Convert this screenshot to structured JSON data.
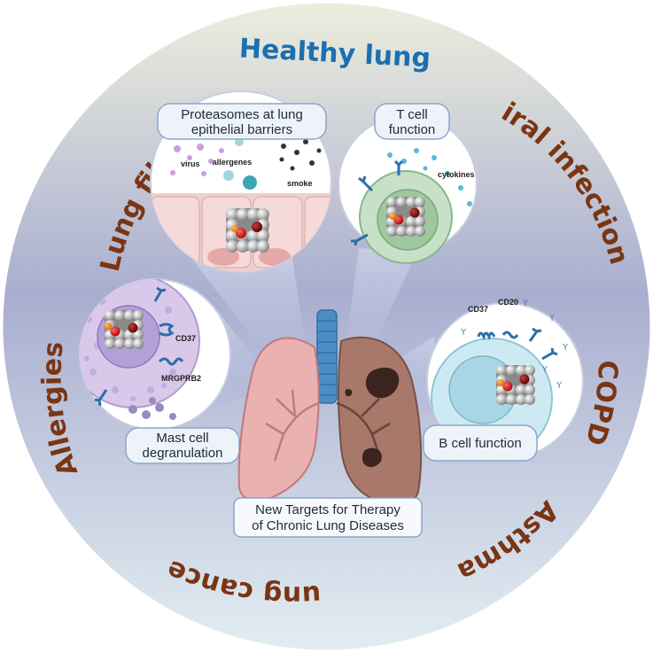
{
  "ring": {
    "title": "Healthy lung",
    "diseases": {
      "lung_fibrosis": "Lung fibrosis",
      "viral_infections": "Viral infections",
      "copd": "COPD",
      "asthma": "Asthma",
      "lung_cancer": "Lung cancer",
      "allergies": "Allergies"
    }
  },
  "panels": {
    "epithelial": {
      "label_line1": "Proteasomes at lung",
      "label_line2": "epithelial barriers",
      "virus": "virus",
      "allergenes": "allergenes",
      "smoke": "smoke"
    },
    "tcell": {
      "label_line1": "T cell",
      "label_line2": "function",
      "cytokines": "cytokines"
    },
    "mast": {
      "label_line1": "Mast cell",
      "label_line2": "degranulation",
      "cd37": "CD37",
      "mrgprb2": "MRGPRB2"
    },
    "bcell": {
      "label": "B cell function",
      "cd37": "CD37",
      "cd20": "CD20"
    }
  },
  "center": {
    "label_line1": "New Targets for Therapy",
    "label_line2": "of Chronic Lung Diseases"
  },
  "colors": {
    "ring_title": "#1c6fb0",
    "ring_text": "#7a3513",
    "box_fill": "#eef3fa",
    "box_stroke": "#8aa6c8"
  }
}
